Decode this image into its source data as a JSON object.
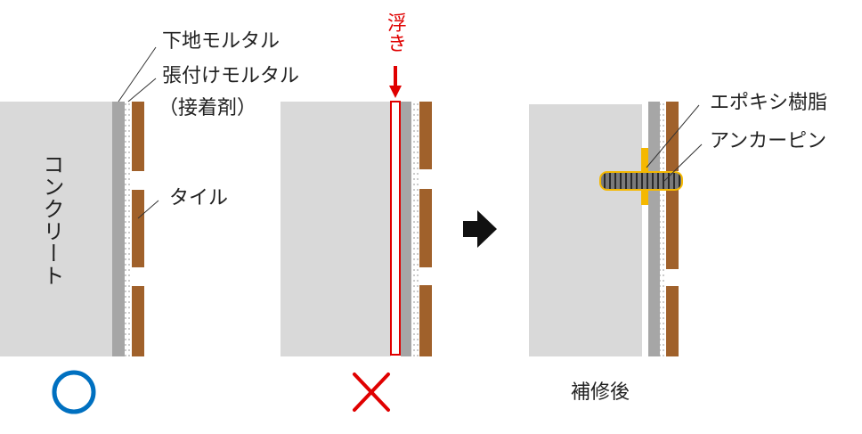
{
  "labels": {
    "shitaji_mortar": "下地モルタル",
    "haritsuke_mortar": "張付けモルタル",
    "adhesive": "（接着剤）",
    "tile": "タイル",
    "concrete": "コンクリート",
    "uki": "浮き",
    "epoxy": "エポキシ樹脂",
    "anchor_pin": "アンカーピン",
    "after_repair": "補修後"
  },
  "colors": {
    "concrete": "#d9d9d9",
    "base_mortar": "#a6a6a6",
    "tile": "#a0612b",
    "epoxy": "#f5b800",
    "good": "#0070c0",
    "bad": "#e00000",
    "text": "#222222"
  },
  "icons": {
    "good_mark": "circle-icon",
    "bad_mark": "cross-icon",
    "arrow": "arrow-right-icon"
  }
}
